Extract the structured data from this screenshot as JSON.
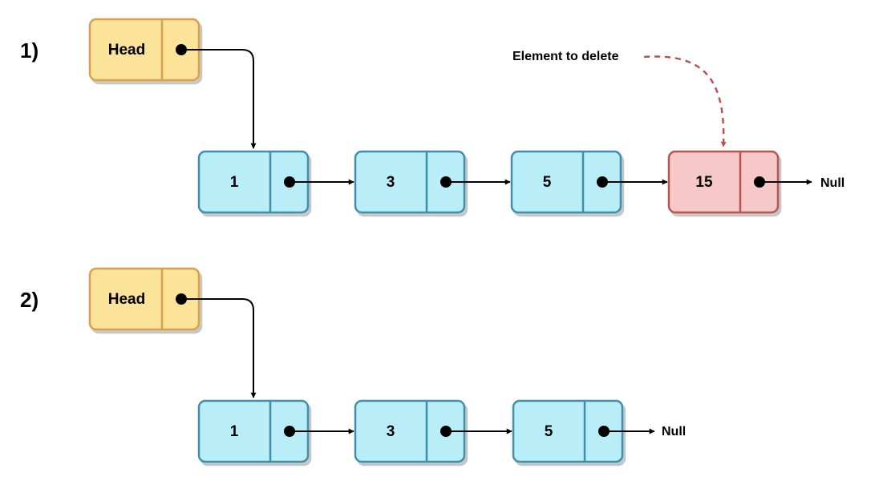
{
  "diagram": {
    "step1": {
      "label": "1)",
      "head_label": "Head",
      "nodes": [
        "1",
        "3",
        "5",
        "15"
      ],
      "null_label": "Null",
      "annotation": "Element to delete"
    },
    "step2": {
      "label": "2)",
      "head_label": "Head",
      "nodes": [
        "1",
        "3",
        "5"
      ],
      "null_label": "Null"
    },
    "colors": {
      "head_fill": "#FBE39A",
      "head_stroke": "#D9A04A",
      "node_fill": "#B9EEF8",
      "node_stroke": "#3F8EAA",
      "delete_fill": "#F6C8C8",
      "delete_stroke": "#B85450",
      "dashed_arrow": "#B85450"
    }
  }
}
